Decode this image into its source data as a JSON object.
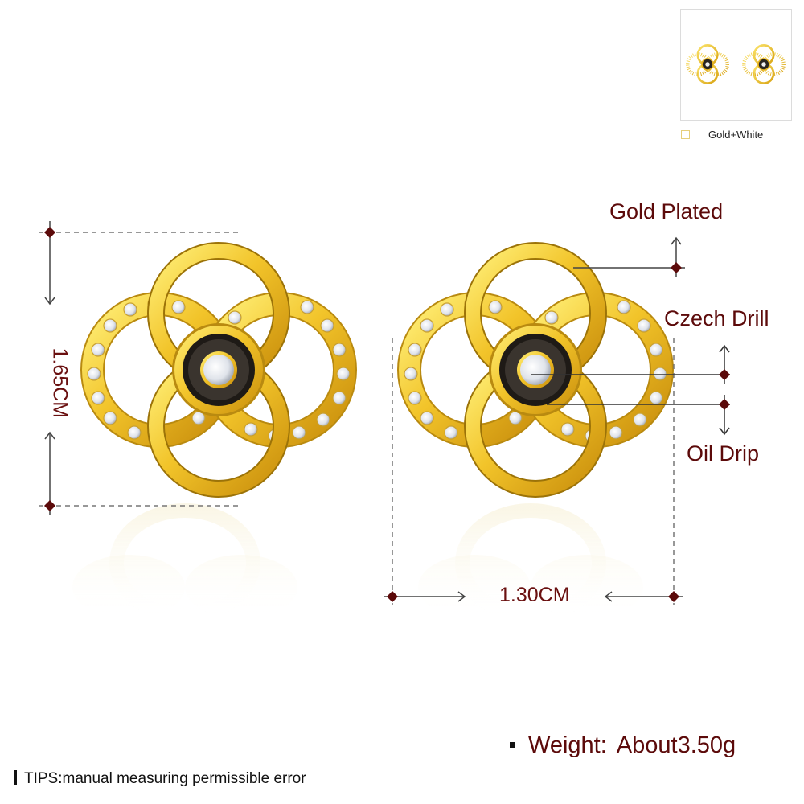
{
  "thumbnail": {
    "variant_label": "Gold+White",
    "swatch_color": "#e6cf7a"
  },
  "callouts": {
    "gold_plated": "Gold Plated",
    "czech_drill": "Czech Drill",
    "oil_drip": "Oil Drip"
  },
  "dimensions": {
    "height": "1.65CM",
    "width": "1.30CM"
  },
  "specs": {
    "weight_label": "Weight:",
    "weight_value": "About3.50g"
  },
  "footer": {
    "tips": "TIPS:manual measuring permissible error"
  },
  "colors": {
    "label_text": "#5c0a0a",
    "gold": "#e8b51e",
    "gold_light": "#fbe36a",
    "enamel_black": "#2a2520",
    "marker": "#6a0b0b",
    "guide_line": "#555555"
  }
}
